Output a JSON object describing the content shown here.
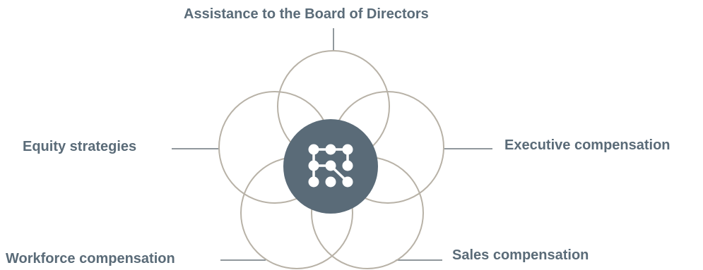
{
  "diagram": {
    "labels": {
      "top": "Assistance to the Board of Directors",
      "left": "Equity strategies",
      "right": "Executive compensation",
      "bottom_left": "Workforce compensation",
      "bottom_right": "Sales compensation"
    },
    "center_icon": "network-grid-icon",
    "colors": {
      "petal_stroke": "#b8b2a7",
      "connector": "#6b757c",
      "center_fill": "#5a6b78",
      "icon": "#ffffff",
      "text": "#5a6b78"
    }
  }
}
